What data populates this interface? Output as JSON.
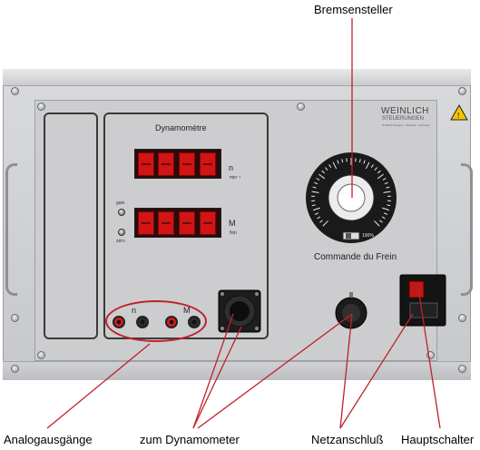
{
  "callouts": {
    "bremsensteller": "Bremsensteller",
    "analogausgaenge": "Analogausgänge",
    "zum_dynamometer": "zum Dynamometer",
    "netzanschluss": "Netzanschluß",
    "hauptschalter": "Hauptschalter"
  },
  "panel": {
    "brand_name": "WEINLICH",
    "brand_sub": "STEUERUNGEN",
    "brand_addr": "D-88239 Wangen · Weilertal · Germany",
    "dynamometre_title": "Dynamomètre",
    "display1_unit": "n",
    "display1_sub": "min⁻¹",
    "display2_unit": "M",
    "display2_sub": "Nm",
    "gain_label": "gain",
    "zero_label": "zéro",
    "jack_n_label": "n",
    "jack_m_label": "M",
    "brake_label": "Commande du Frein",
    "dial_scale_end": "100%"
  },
  "colors": {
    "callout_line": "#c0202a",
    "led_red": "#d21414",
    "panel_silver": "#cccdcf"
  },
  "icons": [
    "warning-icon",
    "lock-icon"
  ]
}
